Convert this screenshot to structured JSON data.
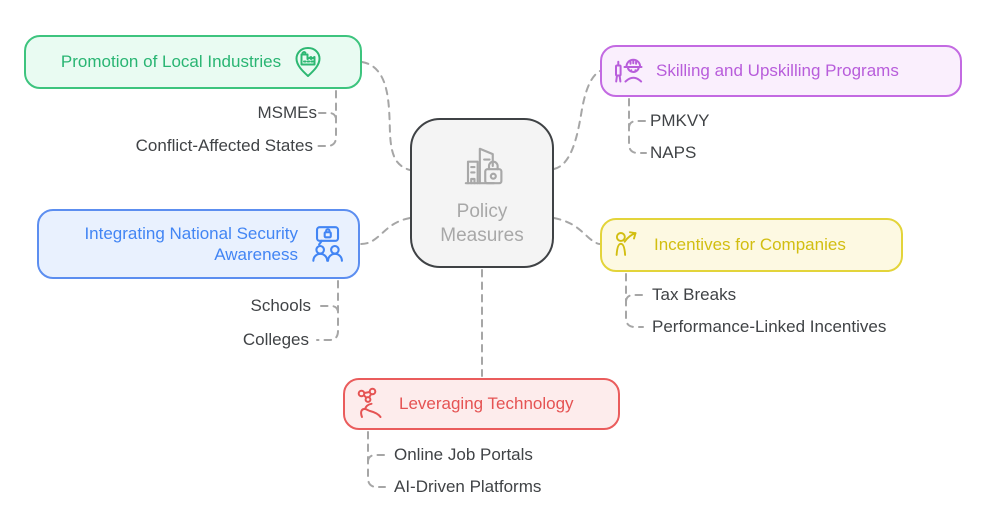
{
  "diagram": {
    "connector_color": "#a6a6a6",
    "child_text_color": "#404346",
    "center": {
      "label": "Policy Measures",
      "icon": "city-lock-icon",
      "border_color": "#3f4245",
      "bg_color": "#f4f4f4",
      "text_color": "#a8a8a8"
    },
    "branches": [
      {
        "label": "Promotion of Local Industries",
        "icon": "factory-pin-icon",
        "text_color": "#29b573",
        "border_color": "#3dc47e",
        "bg_color": "#e9fbf2",
        "children": [
          "MSMEs",
          "Conflict-Affected States"
        ]
      },
      {
        "label": "Skilling and Upskilling Programs",
        "icon": "skilled-worker-icon",
        "text_color": "#b85ddb",
        "border_color": "#c36ae2",
        "bg_color": "#faeffd",
        "children": [
          "PMKVY",
          "NAPS"
        ]
      },
      {
        "label": "Integrating National Security Awareness",
        "icon": "awareness-people-icon",
        "text_color": "#4285f4",
        "border_color": "#5c8ef0",
        "bg_color": "#e9f1fe",
        "children": [
          "Schools",
          "Colleges"
        ]
      },
      {
        "label": "Incentives for Companies",
        "icon": "growth-person-icon",
        "text_color": "#d2be11",
        "border_color": "#e3d43a",
        "bg_color": "#fdf9e2",
        "children": [
          "Tax Breaks",
          "Performance-Linked Incentives"
        ]
      },
      {
        "label": "Leveraging Technology",
        "icon": "tech-hand-icon",
        "text_color": "#e55353",
        "border_color": "#ea5c5c",
        "bg_color": "#fdecec",
        "children": [
          "Online Job Portals",
          "AI-Driven Platforms"
        ]
      }
    ]
  }
}
